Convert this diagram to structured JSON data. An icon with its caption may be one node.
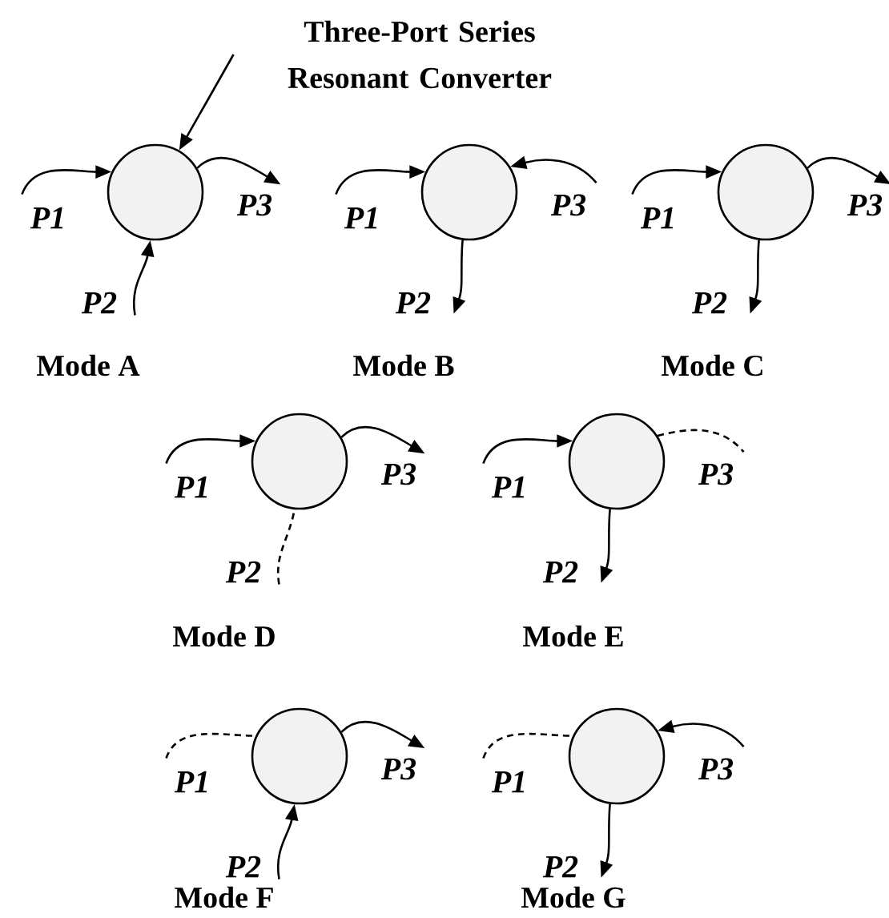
{
  "diagram": {
    "nodes": [
      {
        "text": [
          "Three-Port Series Resonant Converter"
        ]
      },
      {
        "text": [],
        "shape": "circle"
      },
      {
        "text": [
          "P1"
        ]
      },
      {
        "text": [
          "P2"
        ]
      },
      {
        "text": [
          "P3"
        ]
      },
      {
        "text": [],
        "shape": "circle"
      },
      {
        "text": [
          "P1"
        ]
      },
      {
        "text": [
          "P2"
        ]
      },
      {
        "text": [
          "P3"
        ]
      },
      {
        "text": [],
        "shape": "circle"
      },
      {
        "text": [
          "P1"
        ]
      },
      {
        "text": [
          "P2"
        ]
      },
      {
        "text": [
          "P3"
        ]
      },
      {
        "text": [],
        "shape": "circle"
      },
      {
        "text": [
          "P1"
        ]
      },
      {
        "text": [
          "P2"
        ]
      },
      {
        "text": [
          "P3"
        ]
      },
      {
        "text": [],
        "shape": "circle"
      },
      {
        "text": [
          "P1"
        ]
      },
      {
        "text": [
          "P2"
        ]
      },
      {
        "text": [
          "P3"
        ]
      },
      {
        "text": [],
        "shape": "circle"
      },
      {
        "text": [
          "P1"
        ]
      },
      {
        "text": [
          "P2"
        ]
      },
      {
        "text": [
          "P3"
        ]
      },
      {
        "text": [],
        "shape": "circle"
      },
      {
        "text": [
          "P1"
        ]
      },
      {
        "text": [
          "P2"
        ]
      },
      {
        "text": [
          "P3"
        ]
      }
    ],
    "edges": [
      {
        "from": 0,
        "to": 1,
        "arrow": "to"
      },
      {
        "from": 2,
        "to": 1,
        "arrow": "to"
      },
      {
        "from": 3,
        "to": 1,
        "arrow": "to"
      },
      {
        "from": 1,
        "to": 4,
        "arrow": "to"
      },
      {
        "from": 6,
        "to": 5,
        "arrow": "to"
      },
      {
        "from": 5,
        "to": 7,
        "arrow": "to"
      },
      {
        "from": 8,
        "to": 5,
        "arrow": "to"
      },
      {
        "from": 10,
        "to": 9,
        "arrow": "to"
      },
      {
        "from": 9,
        "to": 11,
        "arrow": "to"
      },
      {
        "from": 9,
        "to": 12,
        "arrow": "to"
      },
      {
        "from": 14,
        "to": 13,
        "arrow": "to"
      },
      {
        "from": 15,
        "to": 13,
        "arrow": "none",
        "style": "dashed"
      },
      {
        "from": 13,
        "to": 16,
        "arrow": "to"
      },
      {
        "from": 18,
        "to": 17,
        "arrow": "to"
      },
      {
        "from": 17,
        "to": 19,
        "arrow": "to"
      },
      {
        "from": 17,
        "to": 20,
        "arrow": "none",
        "style": "dashed"
      },
      {
        "from": 22,
        "to": 21,
        "arrow": "none",
        "style": "dashed"
      },
      {
        "from": 23,
        "to": 21,
        "arrow": "to"
      },
      {
        "from": 21,
        "to": 24,
        "arrow": "to"
      },
      {
        "from": 26,
        "to": 25,
        "arrow": "none",
        "style": "dashed"
      },
      {
        "from": 25,
        "to": 27,
        "arrow": "to"
      },
      {
        "from": 28,
        "to": 25,
        "arrow": "to"
      }
    ],
    "labels": [
      "Mode A",
      "Mode B",
      "Mode C",
      "Mode D",
      "Mode E",
      "Mode F",
      "Mode G"
    ]
  }
}
